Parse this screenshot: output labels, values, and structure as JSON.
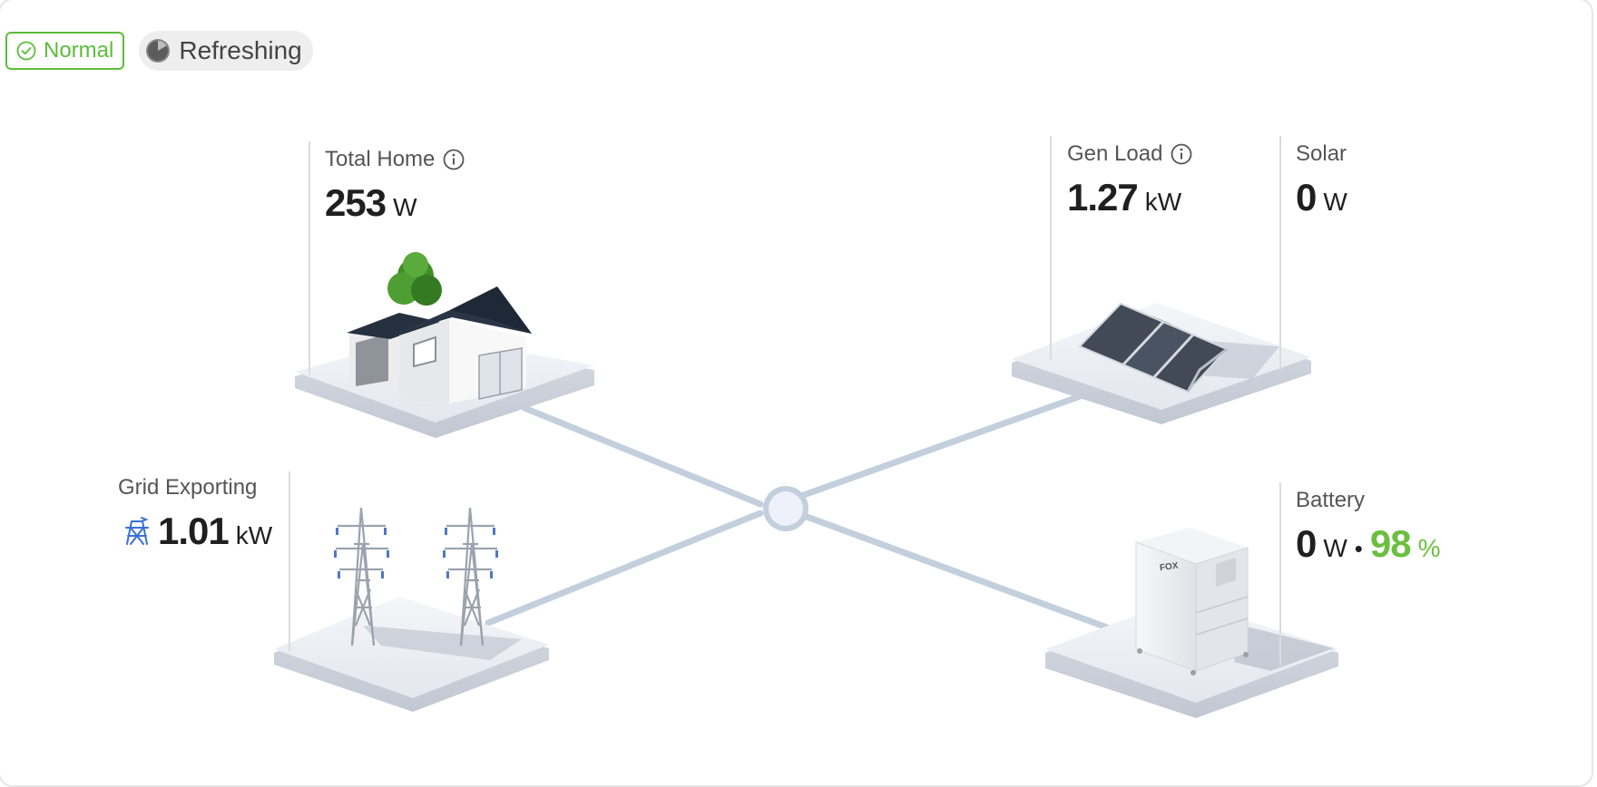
{
  "status": {
    "normal_label": "Normal",
    "refresh_label": "Refreshing"
  },
  "nodes": {
    "home": {
      "label": "Total Home",
      "value": "253",
      "unit": "W"
    },
    "grid": {
      "label": "Grid Exporting",
      "value": "1.01",
      "unit": "kW"
    },
    "gen_load": {
      "label": "Gen Load",
      "value": "1.27",
      "unit": "kW"
    },
    "solar": {
      "label": "Solar",
      "value": "0",
      "unit": "W"
    },
    "battery": {
      "label": "Battery",
      "value": "0",
      "unit": "W",
      "separator": "•",
      "soc": "98",
      "soc_unit": "%"
    }
  },
  "battery_brand": "FOX",
  "colors": {
    "normal_green": "#5dbd3a",
    "soc_green": "#6bbf3f",
    "flow_line": "#c3cfdc",
    "grid_icon_blue": "#3a6fd8"
  },
  "icons": {
    "normal": "check-circle-icon",
    "refresh": "clock-progress-icon",
    "info": "info-icon",
    "grid": "transmission-tower-icon"
  }
}
